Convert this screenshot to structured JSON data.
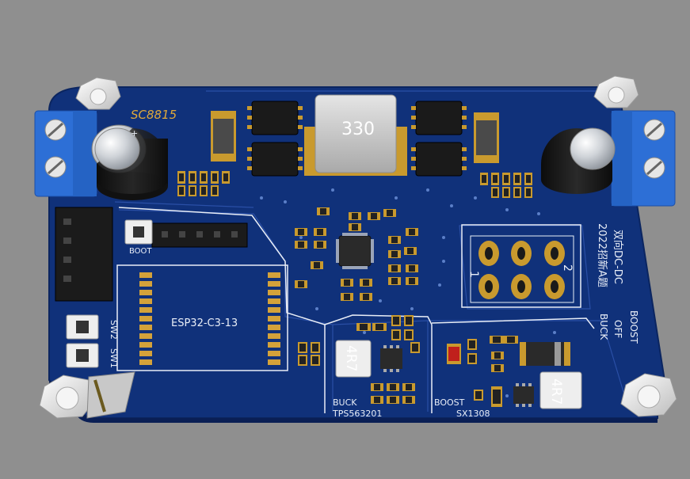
{
  "board": {
    "main_ic_label": "SC8815",
    "plus_label": "+",
    "inductor_main": "330",
    "module_label": "ESP32-C3-13",
    "boot_label": "BOOT",
    "sw2_label": "SW2",
    "sw1_label": "SW1",
    "buck_label": "BUCK",
    "buck_ic": "TPS563201",
    "boost_label": "BOOST",
    "boost_ic": "SX1308",
    "inductor_small_1": "4R7",
    "inductor_small_2": "4R7",
    "mode_buck": "BUCK",
    "mode_off": "OFF",
    "mode_boost": "BOOST",
    "title_line1": "2022招新A题",
    "title_line2": "双向DC-DC",
    "jumper_pin1": "1",
    "jumper_pin2": "2"
  },
  "colors": {
    "background": "#8f8f8f",
    "pcb": "#10317a",
    "silkscreen": "#e9eef7",
    "gold": "#c99a2e",
    "terminal_blue": "#2d6fd6"
  }
}
